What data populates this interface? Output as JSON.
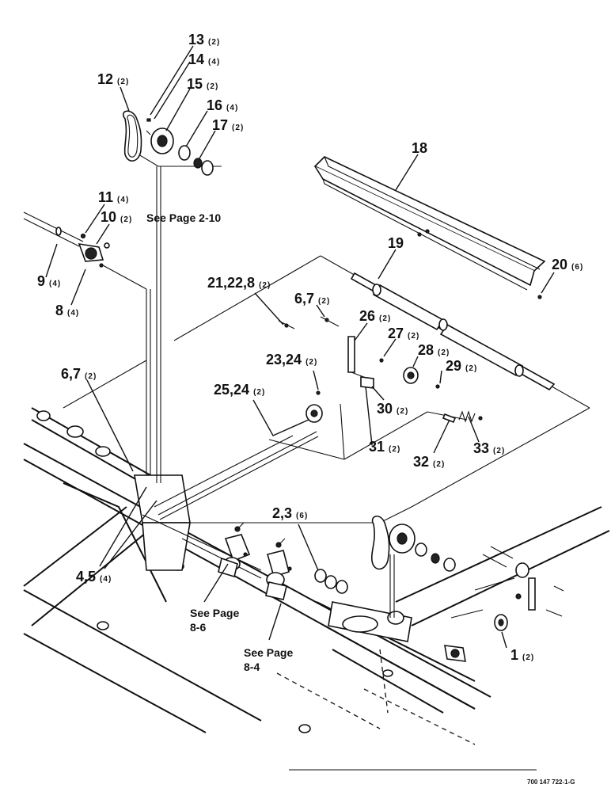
{
  "callouts": [
    {
      "id": "c13",
      "num": "13",
      "qty": "(2)"
    },
    {
      "id": "c14",
      "num": "14",
      "qty": "(4)"
    },
    {
      "id": "c15",
      "num": "15",
      "qty": "(2)"
    },
    {
      "id": "c16",
      "num": "16",
      "qty": "(4)"
    },
    {
      "id": "c17",
      "num": "17",
      "qty": "(2)"
    },
    {
      "id": "c12",
      "num": "12",
      "qty": "(2)"
    },
    {
      "id": "c18",
      "num": "18",
      "qty": ""
    },
    {
      "id": "c11",
      "num": "11",
      "qty": "(4)"
    },
    {
      "id": "c10",
      "num": "10",
      "qty": "(2)"
    },
    {
      "id": "c9",
      "num": "9",
      "qty": "(4)"
    },
    {
      "id": "c8",
      "num": "8",
      "qty": "(4)"
    },
    {
      "id": "c19",
      "num": "19",
      "qty": ""
    },
    {
      "id": "c20",
      "num": "20",
      "qty": "(6)"
    },
    {
      "id": "c21",
      "num": "21,22,8",
      "qty": "(2)"
    },
    {
      "id": "c67a",
      "num": "6,7",
      "qty": "(2)"
    },
    {
      "id": "c26",
      "num": "26",
      "qty": "(2)"
    },
    {
      "id": "c27",
      "num": "27",
      "qty": "(2)"
    },
    {
      "id": "c28",
      "num": "28",
      "qty": "(2)"
    },
    {
      "id": "c2324",
      "num": "23,24",
      "qty": "(2)"
    },
    {
      "id": "c29",
      "num": "29",
      "qty": "(2)"
    },
    {
      "id": "c67b",
      "num": "6,7",
      "qty": "(2)"
    },
    {
      "id": "c2524",
      "num": "25,24",
      "qty": "(2)"
    },
    {
      "id": "c30",
      "num": "30",
      "qty": "(2)"
    },
    {
      "id": "c31",
      "num": "31",
      "qty": "(2)"
    },
    {
      "id": "c33",
      "num": "33",
      "qty": "(2)"
    },
    {
      "id": "c32",
      "num": "32",
      "qty": "(2)"
    },
    {
      "id": "c23",
      "num": "2,3",
      "qty": "(6)"
    },
    {
      "id": "c45",
      "num": "4,5",
      "qty": "(4)"
    },
    {
      "id": "c1",
      "num": "1",
      "qty": "(2)"
    }
  ],
  "notes": {
    "see_page_2_10": "See Page 2-10",
    "see_page_8_6_line1": "See Page",
    "see_page_8_6_line2": "8-6",
    "see_page_8_4_line1": "See Page",
    "see_page_8_4_line2": "8-4"
  },
  "document_number": "700 147 722-1-G"
}
